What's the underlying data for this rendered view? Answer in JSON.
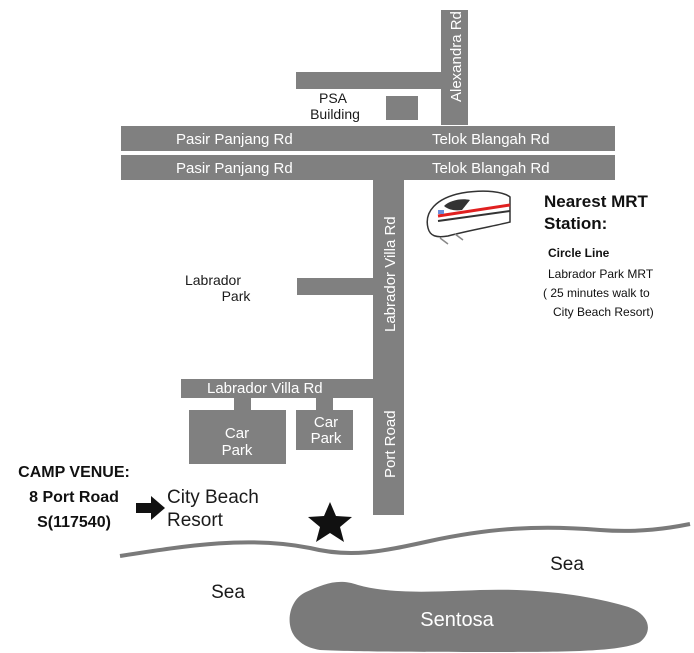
{
  "colors": {
    "road": "#808080",
    "sea": "#ffffff",
    "island": "#7a7a7a",
    "text": "#111111"
  },
  "roads": {
    "alexandra": "Alexandra Rd",
    "pasir_panjang_1": "Pasir Panjang Rd",
    "telok_blangah_1": "Telok Blangah Rd",
    "pasir_panjang_2": "Pasir Panjang Rd",
    "telok_blangah_2": "Telok Blangah Rd",
    "labrador_villa_vertical": "Labrador Villa Rd",
    "labrador_villa_horizontal": "Labrador Villa Rd",
    "port_road": "Port Road"
  },
  "areas": {
    "psa_line1": "PSA",
    "psa_line2": "Building",
    "labrador_line1": "Labrador",
    "labrador_line2": "Park",
    "carpark1_line1": "Car",
    "carpark1_line2": "Park",
    "carpark2_line1": "Car",
    "carpark2_line2": "Park",
    "resort_line1": "City Beach",
    "resort_line2": "Resort",
    "sea_left": "Sea",
    "sea_right": "Sea",
    "sentosa": "Sentosa"
  },
  "mrt": {
    "heading_line1": "Nearest MRT",
    "heading_line2": "Station:",
    "line_name": "Circle Line",
    "desc_line1": "Labrador Park MRT",
    "desc_line2": "( 25 minutes walk to",
    "desc_line3": "City Beach Resort)"
  },
  "venue": {
    "line1": "CAMP VENUE:",
    "line2": "8 Port Road",
    "line3": "S(117540)"
  },
  "icons": [
    "train-icon",
    "arrow-right-icon",
    "star-icon"
  ]
}
